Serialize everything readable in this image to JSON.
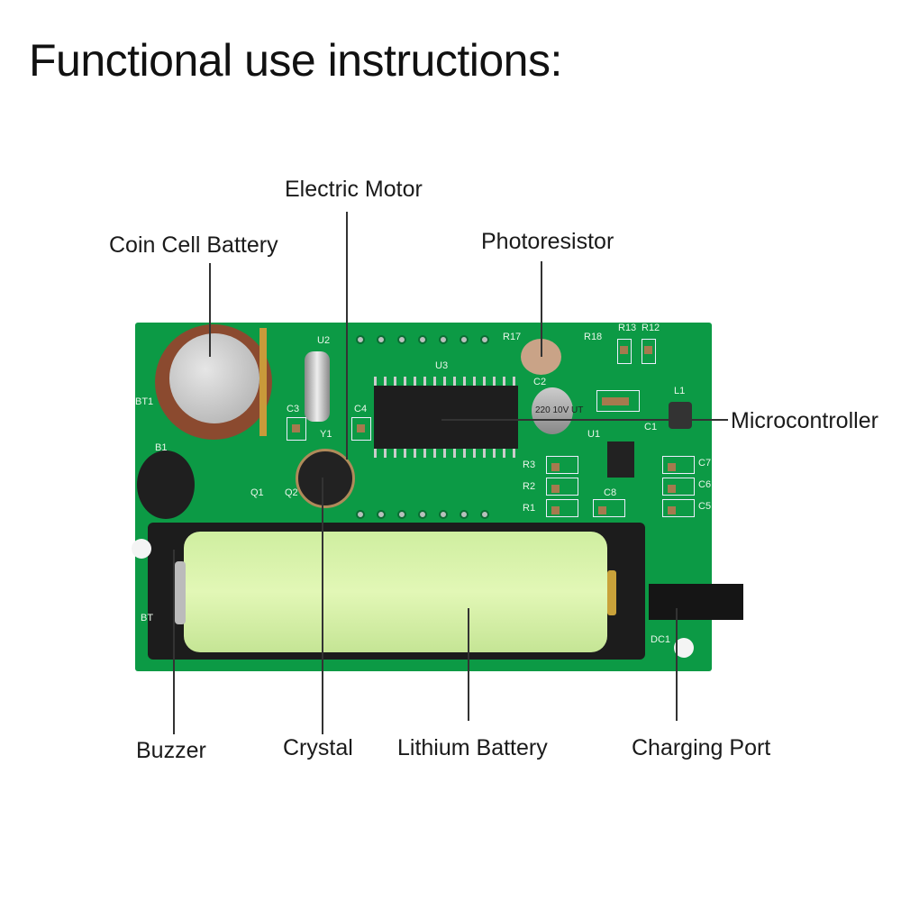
{
  "title": "Functional use instructions:",
  "labels": {
    "coin_cell": "Coin Cell Battery",
    "electric_motor": "Electric Motor",
    "photoresistor": "Photoresistor",
    "microcontroller": "Microcontroller",
    "buzzer": "Buzzer",
    "crystal": "Crystal",
    "lithium_battery": "Lithium Battery",
    "charging_port": "Charging Port"
  },
  "board": {
    "silkscreen": [
      "BT1",
      "U2",
      "U3",
      "R17",
      "R18",
      "R13",
      "R12",
      "C2",
      "L1",
      "C3",
      "C4",
      "Y1",
      "C1",
      "U1",
      "B1",
      "R3",
      "R2",
      "R1",
      "C8",
      "C7",
      "C6",
      "C5",
      "Q1",
      "Q2",
      "BT",
      "DC1"
    ],
    "capacitor_marking": "220 10V UT"
  },
  "colors": {
    "pcb": "#0c9a45",
    "battery": "#d9f3a8",
    "holder": "#1c1c1c",
    "coin_holder": "#8b4a2f"
  }
}
